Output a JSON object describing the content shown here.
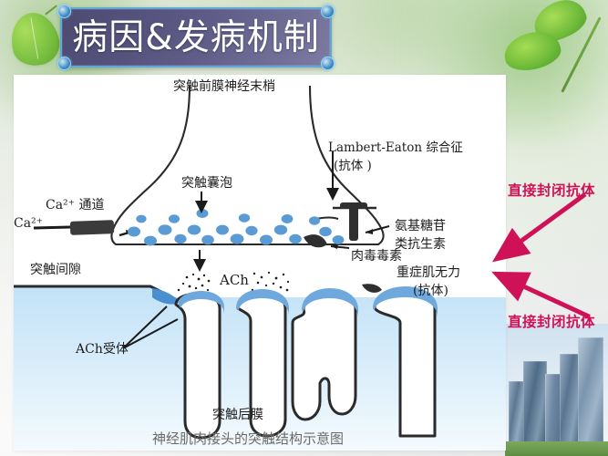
{
  "slide": {
    "title": "病因&发病机制",
    "background_theme": "green-leaves-gradient",
    "accent_title_bg": "#55527d",
    "accent_title_border": "#5ea9d8",
    "annotation_color": "#cf1257",
    "vesicle_color": "#5b9bd5",
    "membrane_fill": "#cfe6f7"
  },
  "diagram": {
    "caption": "神经肌肉接头的突触结构示意图",
    "labels": {
      "nerve_terminal": "突触前膜神经末梢",
      "ca_channel": "Ca²⁺ 通道",
      "ca_ion": "Ca²⁺",
      "vesicle": "突触囊泡",
      "synaptic_cleft": "突触间隙",
      "ach": "ACh",
      "ach_receptor": "ACh受体",
      "postsynaptic_membrane": "突触后膜",
      "lambert_eaton": "Lambert-Eaton 综合征",
      "lambert_eaton_sub": "(抗体 )",
      "aminoglycoside_line1": "氨基糖苷",
      "aminoglycoside_line2": "类抗生素",
      "botulinum": "肉毒毒素",
      "myasthenia": "重症肌无力",
      "myasthenia_sub": "(抗体)"
    }
  },
  "annotations": [
    {
      "text": "直接封闭抗体"
    },
    {
      "text": "直接封闭抗体"
    }
  ]
}
